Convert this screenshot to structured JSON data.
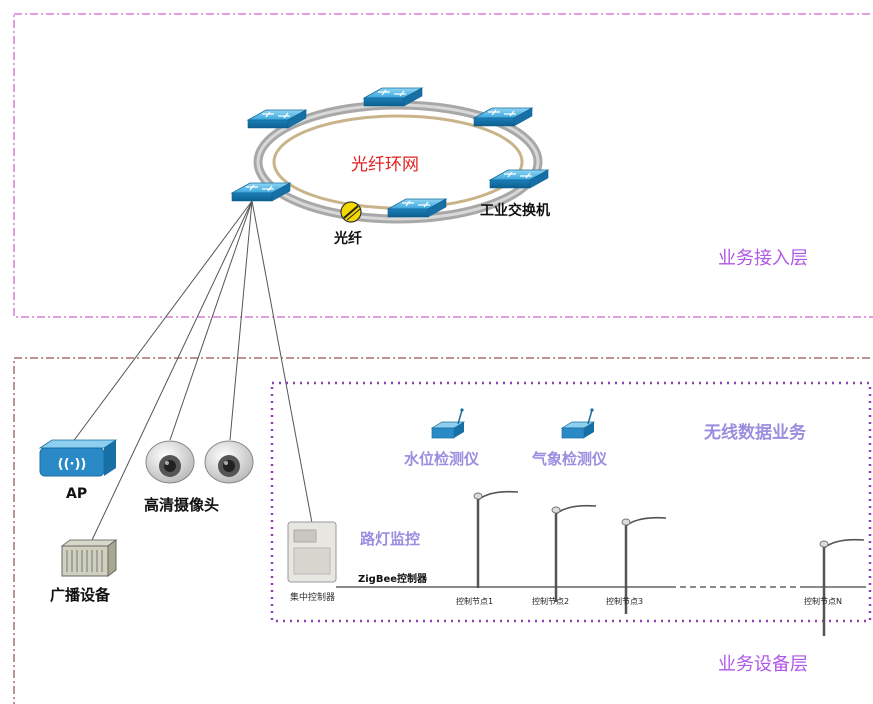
{
  "layers": {
    "access": "业务接入层",
    "device": "业务设备层"
  },
  "ring": {
    "title": "光纤环网",
    "fiber_label": "光纤",
    "switch_label": "工业交换机"
  },
  "wireless": {
    "title": "无线数据业务",
    "water_level": "水位检测仪",
    "weather": "气象检测仪"
  },
  "streetlight": {
    "title": "路灯监控",
    "zigbee": "ZigBee控制器",
    "concentrator": "集中控制器",
    "nodes": [
      "控制节点1",
      "控制节点2",
      "控制节点3",
      "控制节点N"
    ]
  },
  "devices": {
    "ap": "AP",
    "camera": "高清摄像头",
    "broadcast": "广播设备"
  },
  "colors": {
    "access_border": "#c040c0",
    "device_border": "#7a2a2a",
    "wireless_border": "#9040b0",
    "layer_text": "#b058e8",
    "ring_title": "#e02020",
    "switch_blue": "#2a9ad0"
  },
  "icons": [
    "switch-icon",
    "fiber-connector-icon",
    "ap-icon",
    "dome-camera-icon",
    "rack-icon",
    "wireless-sensor-icon",
    "streetlight-icon",
    "controller-box-icon"
  ]
}
